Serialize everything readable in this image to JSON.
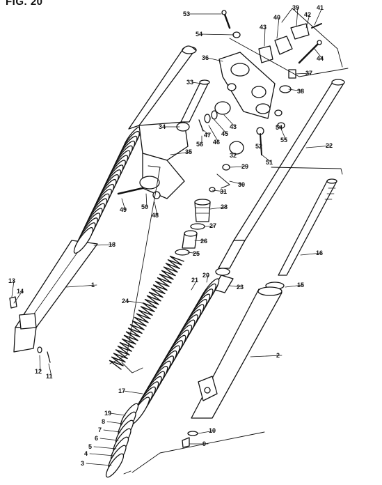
{
  "figure": {
    "title": "FIG. 20"
  },
  "parts": [
    {
      "id": "p53",
      "label": "53"
    },
    {
      "id": "p54a",
      "label": "54"
    },
    {
      "id": "p40",
      "label": "40"
    },
    {
      "id": "p39",
      "label": "39"
    },
    {
      "id": "p41",
      "label": "41"
    },
    {
      "id": "p42",
      "label": "42"
    },
    {
      "id": "p43a",
      "label": "43"
    },
    {
      "id": "p44",
      "label": "44"
    },
    {
      "id": "p36",
      "label": "36"
    },
    {
      "id": "p37",
      "label": "37"
    },
    {
      "id": "p38",
      "label": "38"
    },
    {
      "id": "p33",
      "label": "33"
    },
    {
      "id": "p43b",
      "label": "43"
    },
    {
      "id": "p47",
      "label": "47"
    },
    {
      "id": "p45",
      "label": "45"
    },
    {
      "id": "p34",
      "label": "34"
    },
    {
      "id": "p56",
      "label": "56"
    },
    {
      "id": "p46",
      "label": "46"
    },
    {
      "id": "p54b",
      "label": "54"
    },
    {
      "id": "p55",
      "label": "55"
    },
    {
      "id": "p52",
      "label": "52"
    },
    {
      "id": "p22",
      "label": "22"
    },
    {
      "id": "p35",
      "label": "35"
    },
    {
      "id": "p32",
      "label": "32"
    },
    {
      "id": "p51",
      "label": "51"
    },
    {
      "id": "p29",
      "label": "29"
    },
    {
      "id": "p30",
      "label": "30"
    },
    {
      "id": "p31",
      "label": "31"
    },
    {
      "id": "p49",
      "label": "49"
    },
    {
      "id": "p50",
      "label": "50"
    },
    {
      "id": "p48",
      "label": "48"
    },
    {
      "id": "p28",
      "label": "28"
    },
    {
      "id": "p27",
      "label": "27"
    },
    {
      "id": "p26",
      "label": "26"
    },
    {
      "id": "p18",
      "label": "18"
    },
    {
      "id": "p25",
      "label": "25"
    },
    {
      "id": "p16",
      "label": "16"
    },
    {
      "id": "p21",
      "label": "21"
    },
    {
      "id": "p20",
      "label": "20"
    },
    {
      "id": "p23",
      "label": "23"
    },
    {
      "id": "p15",
      "label": "15"
    },
    {
      "id": "p1",
      "label": "1"
    },
    {
      "id": "p13",
      "label": "13"
    },
    {
      "id": "p14",
      "label": "14"
    },
    {
      "id": "p24",
      "label": "24"
    },
    {
      "id": "p2",
      "label": "2"
    },
    {
      "id": "p12",
      "label": "12"
    },
    {
      "id": "p11",
      "label": "11"
    },
    {
      "id": "p17",
      "label": "17"
    },
    {
      "id": "p19",
      "label": "19"
    },
    {
      "id": "p8",
      "label": "8"
    },
    {
      "id": "p7",
      "label": "7"
    },
    {
      "id": "p10",
      "label": "10"
    },
    {
      "id": "p6",
      "label": "6"
    },
    {
      "id": "p5",
      "label": "5"
    },
    {
      "id": "p9",
      "label": "9"
    },
    {
      "id": "p4",
      "label": "4"
    },
    {
      "id": "p3",
      "label": "3"
    }
  ]
}
